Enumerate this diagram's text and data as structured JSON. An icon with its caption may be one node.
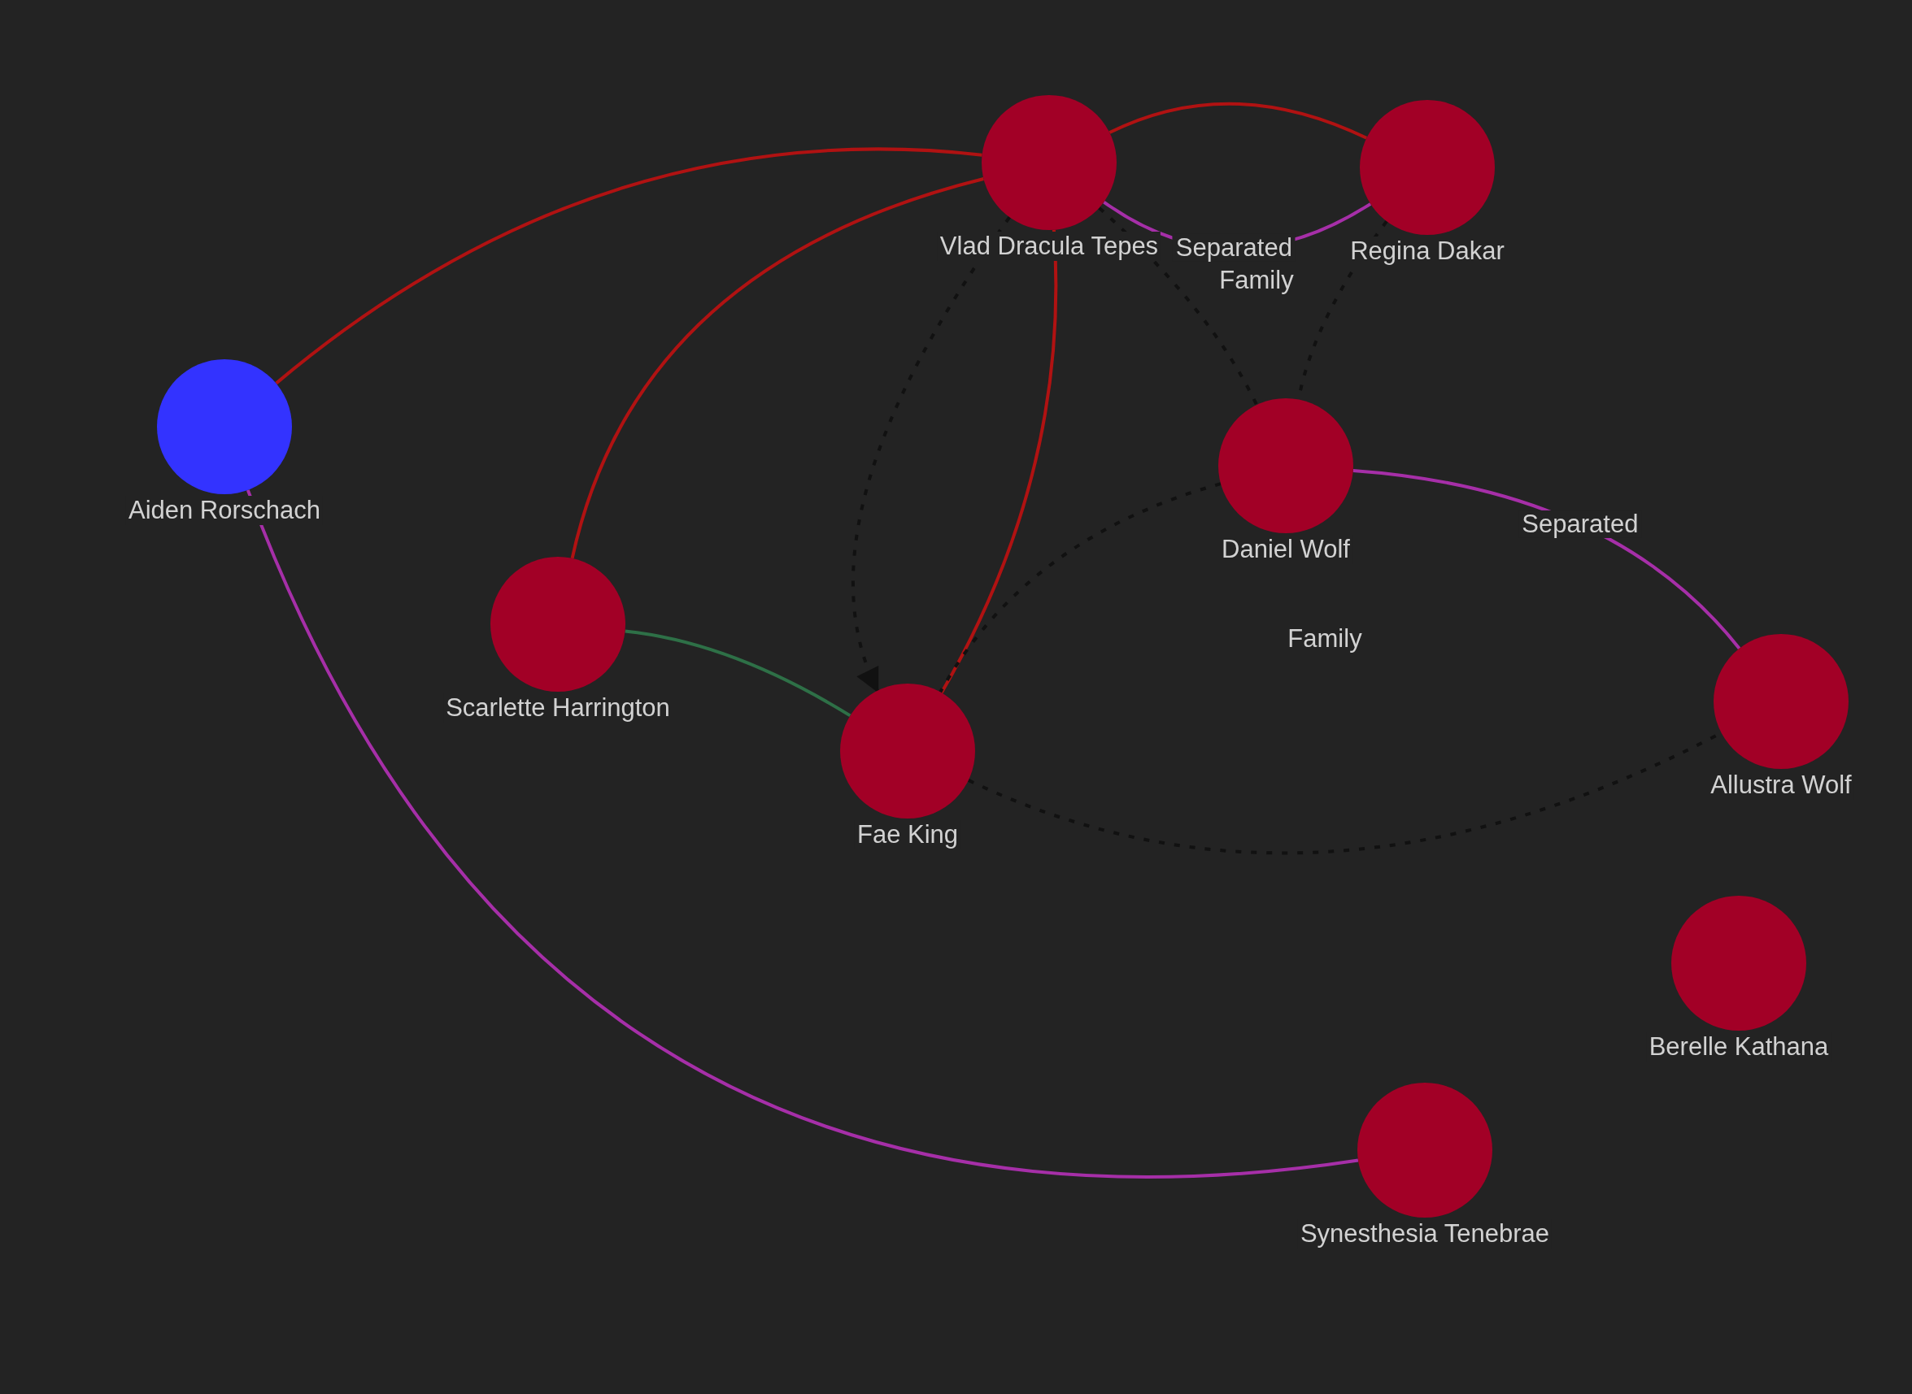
{
  "diagram": {
    "nodes": [
      {
        "text": [
          "Vlad Dracula Tepes"
        ]
      },
      {
        "text": [
          "Regina Dakar"
        ]
      },
      {
        "text": [
          "Aiden Rorschach"
        ]
      },
      {
        "text": [
          "Daniel Wolf"
        ]
      },
      {
        "text": [
          "Scarlette Harrington"
        ]
      },
      {
        "text": [
          "Fae King"
        ]
      },
      {
        "text": [
          "Allustra Wolf"
        ]
      },
      {
        "text": [
          "Berelle Kathana"
        ]
      },
      {
        "text": [
          "Synesthesia Tenebrae"
        ]
      }
    ],
    "edges": [
      {
        "from": 2,
        "to": 0,
        "arrow": "none",
        "color": "#b01212"
      },
      {
        "from": 0,
        "to": 1,
        "arrow": "none",
        "color": "#b01212"
      },
      {
        "from": 0,
        "to": 1,
        "arrow": "none",
        "label": "Separated",
        "color": "#a62fa8"
      },
      {
        "from": 0,
        "to": 4,
        "arrow": "none",
        "color": "#b01212"
      },
      {
        "from": 0,
        "to": 5,
        "arrow": "none",
        "color": "#b01212"
      },
      {
        "from": 0,
        "to": 5,
        "arrow": "to",
        "style": "dashed",
        "color": "#111111"
      },
      {
        "from": 0,
        "to": 3,
        "arrow": "none",
        "style": "dashed",
        "color": "#111111"
      },
      {
        "from": 1,
        "to": 3,
        "arrow": "none",
        "style": "dashed",
        "color": "#111111"
      },
      {
        "from": 3,
        "to": 5,
        "arrow": "none",
        "style": "dashed",
        "color": "#111111"
      },
      {
        "from": 3,
        "to": 6,
        "arrow": "none",
        "label": "Separated",
        "color": "#a62fa8"
      },
      {
        "from": 5,
        "to": 6,
        "arrow": "none",
        "style": "dashed",
        "color": "#111111"
      },
      {
        "from": 4,
        "to": 5,
        "arrow": "none",
        "color": "#2e7047"
      },
      {
        "from": 2,
        "to": 8,
        "arrow": "none",
        "color": "#a62fa8"
      }
    ],
    "labels": [
      "Family",
      "Family"
    ]
  }
}
